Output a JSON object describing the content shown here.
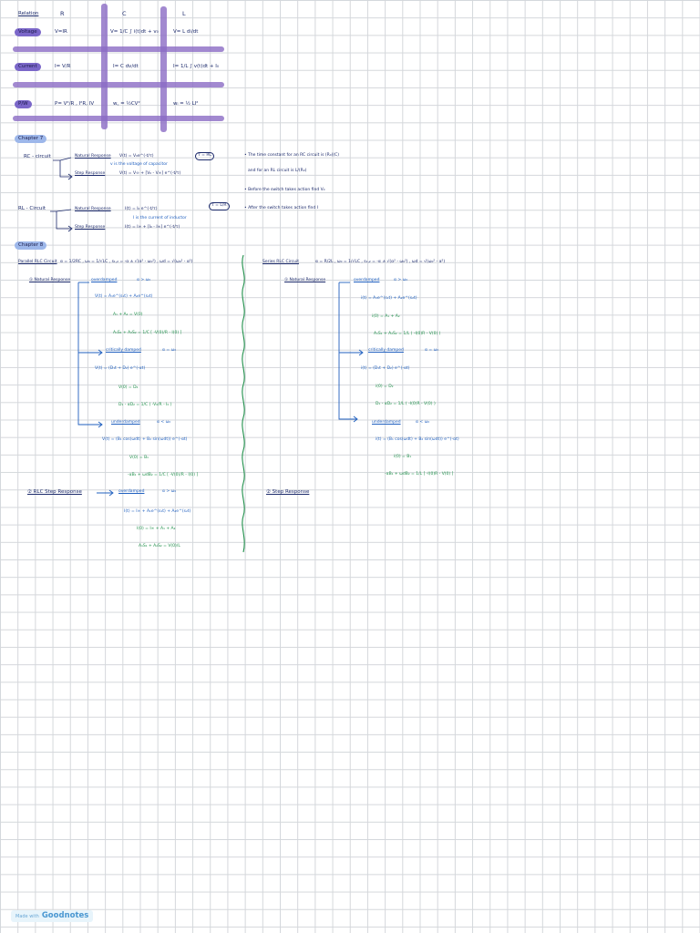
{
  "table": {
    "col_relation": "Relation",
    "col_r": "R",
    "col_c": "C",
    "col_l": "L",
    "rows": [
      {
        "label": "Voltage",
        "r": "V=IR",
        "c": "V= 1/C ∫ i(t)dt + v₀",
        "l": "V= L di/dt"
      },
      {
        "label": "Current",
        "r": "I= V/R",
        "c": "I= C dv/dt",
        "l": "I= 1/L ∫ v(t)dt + I₀"
      },
      {
        "label": "P/W",
        "r": "P= V²/R , I²R, IV",
        "c": "w꜀ = ½CV²",
        "l": "wₗ = ½ LI²"
      }
    ]
  },
  "chapter7": {
    "heading": "Chapter 7",
    "rc_label": "RC - circuit",
    "rc_natural_label": "Natural Response",
    "rc_natural_eq": "V(t) = V₀e^(-t/τ)",
    "rc_tau": "τ = RC",
    "rc_note": "v is the voltage of capacitor",
    "rc_step_label": "Step Response",
    "rc_step_eq": "V(t) = V∞ + [V₀ - V∞] e^(-t/τ)",
    "rl_label": "RL - Circuit",
    "rl_natural_label": "Natural Response",
    "rl_natural_eq": "I(t) = I₀ e^(-t/τ)",
    "rl_tau": "τ = L/R",
    "rl_note": "I is the current of inductor",
    "rl_step_label": "Step Response",
    "rl_step_eq": "I(t) = I∞ + [I₀ - I∞] e^(-t/τ)",
    "notes": [
      "• The time constant for an RC circuit is (R₀)(C)",
      "and for an RL circuit is L/(R₀)",
      "• Before the switch takes action find V₀",
      "• After the switch takes action find I"
    ]
  },
  "chapter8": {
    "heading": "Chapter 8",
    "parallel": {
      "title": "Parallel RLC Circuit",
      "params": "α = 1/2RC ,  ω₀ = 1/√LC ,  s₁,₂ = -α ± √(α² - ω₀²) ,  ωd = √(ω₀² - α²)",
      "natural_label": "① Natural Response",
      "over_label": "overdamped",
      "over_cond": "α > ω₀",
      "over_eqs": [
        "V(t) = A₁e^(s₁t) + A₂e^(s₂t)",
        "A₁ + A₂ = V(0)",
        "A₁S₁ + A₂S₂ = 1/C [ -V(0)/R - I(0) ]"
      ],
      "crit_label": "critically damped",
      "crit_cond": "α = ω₀",
      "crit_eqs": [
        "V(t) = (D₁t + D₂) e^(-αt)",
        "V(0) = D₂",
        "D₁ - αD₂ = 1/C ( -V₀/R - I₀ )"
      ],
      "under_label": "underdamped",
      "under_cond": "α < ω₀",
      "under_eqs": [
        "V(t) = (B₁ cos(ωdt) + B₂ sin(ωdt)) e^(-αt)",
        "V(0) = B₁",
        "-αB₁ + ωdB₂ = 1/C [ -V(0)/R - I(0) ]"
      ],
      "step_label": "② RLC Step Response",
      "step_over_label": "overdamped",
      "step_over_cond": "α > ω₀",
      "step_eqs": [
        "I(t) = I∞ + A₁e^(s₁t) + A₂e^(s₂t)",
        "I(0) = I∞ + A₁ + A₂",
        "A₁S₁ + A₂S₂ = V(0)/L"
      ]
    },
    "series": {
      "title": "Series RLC Circuit",
      "params": "α = R/2L ,  ω₀ = 1/√LC ,  s₁,₂ = -α ± √(α² - ω₀²) ,  ωd = √(ω₀² - α²)",
      "natural_label": "① Natural Response",
      "over_label": "overdamped",
      "over_cond": "α > ω₀",
      "over_eqs": [
        "i(t) = A₁e^(s₁t) + A₂e^(s₂t)",
        "i(0) = A₁ + A₂",
        "A₁S₁ + A₂S₂ = 1/L ( -I(0)R - V(0) )"
      ],
      "crit_label": "critically damped",
      "crit_cond": "α = ω₀",
      "crit_eqs": [
        "i(t) = (D₁t + D₂) e^(-αt)",
        "i(0) = D₂",
        "D₁ - αD₂ = 1/L ( -I(0)R - V(0) )"
      ],
      "under_label": "underdamped",
      "under_cond": "α < ω₀",
      "under_eqs": [
        "i(t) = (B₁ cos(ωdt) + B₂ sin(ωdt)) e^(-αt)",
        "i(0) = B₁",
        "-αB₁ + ωdB₂ = 1/L [ -I(0)R - V(0) ]"
      ],
      "step_label": "② Step Response"
    }
  },
  "footer": {
    "made_with": "Made with",
    "brand": "Goodnotes"
  },
  "colors": {
    "highlight": "#8b6cc4",
    "ink": "#1c2a6b",
    "blue": "#1f5fbf",
    "green": "#1f8f4a"
  }
}
